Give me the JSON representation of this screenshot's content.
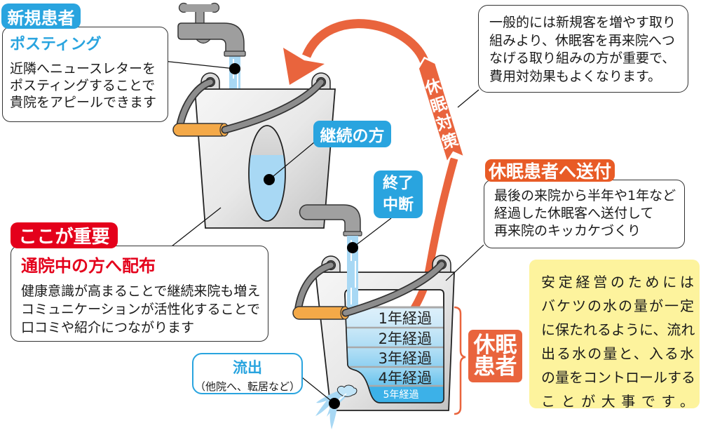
{
  "colors": {
    "blue": "#29a4df",
    "red": "#e4001b",
    "arrow_orange": "#e9643d",
    "tag_orange": "#e85b26",
    "yellow": "#fdf39d",
    "water": "#a8d8f4",
    "grip": "#f4a948"
  },
  "new_patients": {
    "tag": "新規患者",
    "title": "ポスティング",
    "lines": [
      "近隣へニュースレターを",
      "ポスティングすることで",
      "貴院をアピールできます"
    ]
  },
  "important": {
    "tag": "ここが重要",
    "title": "通院中の方へ配布",
    "lines": [
      "健康意識が高まることで継続来院も増え",
      "コミュニケーションが活性化することで",
      "口コミや紹介につながります"
    ]
  },
  "top_note": {
    "lines": [
      "一般的には新規客を増やす取り",
      "組みより、休眠客を再来院へつ",
      "なげる取り組みの方が重要で、",
      "費用対効果もよくなります。"
    ]
  },
  "dormant_send": {
    "tag": "休眠患者へ送付",
    "lines": [
      "最後の来院から半年や1年など",
      "経過した休眠客へ送付して",
      "再来院のキッカケづくり"
    ]
  },
  "summary_note": {
    "lines": [
      "安定経営のためには",
      "バケツの水の量が一定",
      "に保たれるように、流れ",
      "出る水の量と、入る水",
      "の量をコントロールする",
      "ことが大事です。"
    ]
  },
  "labels": {
    "continuing": "継続の方",
    "ended": [
      "終了",
      "中断"
    ],
    "dormant_measures": [
      "休",
      "眠",
      "対",
      "策"
    ],
    "dormant_patients": [
      "休眠",
      "患者"
    ]
  },
  "outflow": {
    "title": "流出",
    "subtitle": "（他院へ、転居など）"
  },
  "water_layers": [
    {
      "label": "1年経過",
      "color": "#cbe8f8"
    },
    {
      "label": "2年経過",
      "color": "#addcf4"
    },
    {
      "label": "3年経過",
      "color": "#8ed0f1"
    },
    {
      "label": "4年経過",
      "color": "#6ac3ed"
    },
    {
      "label": "5年経過",
      "color": "#3cb1e8"
    }
  ]
}
